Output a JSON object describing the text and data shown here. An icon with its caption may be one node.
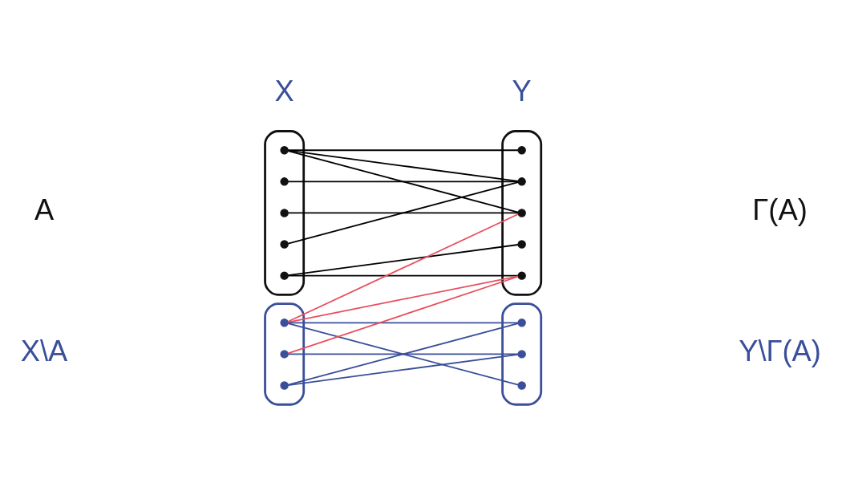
{
  "diagram": {
    "nodes": [
      {
        "text": [],
        "shape": "ellipse"
      },
      {
        "text": [],
        "shape": "dot",
        "in": 0
      },
      {
        "text": [],
        "shape": "dot",
        "in": 0
      },
      {
        "text": [],
        "shape": "dot",
        "in": 0
      },
      {
        "text": [],
        "shape": "dot",
        "in": 0
      },
      {
        "text": [],
        "shape": "dot",
        "in": 0
      },
      {
        "text": [],
        "shape": "ellipse"
      },
      {
        "text": [],
        "shape": "dot",
        "in": 6
      },
      {
        "text": [],
        "shape": "dot",
        "in": 6
      },
      {
        "text": [],
        "shape": "dot",
        "in": 6
      },
      {
        "text": [],
        "shape": "dot",
        "in": 6
      },
      {
        "text": [],
        "shape": "dot",
        "in": 6
      },
      {
        "text": [],
        "shape": "ellipse"
      },
      {
        "text": [],
        "shape": "dot",
        "in": 12
      },
      {
        "text": [],
        "shape": "dot",
        "in": 12
      },
      {
        "text": [],
        "shape": "dot",
        "in": 12
      },
      {
        "text": [],
        "shape": "ellipse"
      },
      {
        "text": [],
        "shape": "dot",
        "in": 16
      },
      {
        "text": [],
        "shape": "dot",
        "in": 16
      },
      {
        "text": [],
        "shape": "dot",
        "in": 16
      }
    ],
    "edges": [
      {
        "from": 1,
        "to": 7,
        "arrow": "none"
      },
      {
        "from": 1,
        "to": 8,
        "arrow": "none"
      },
      {
        "from": 1,
        "to": 9,
        "arrow": "none"
      },
      {
        "from": 2,
        "to": 8,
        "arrow": "none"
      },
      {
        "from": 3,
        "to": 9,
        "arrow": "none"
      },
      {
        "from": 4,
        "to": 8,
        "arrow": "none"
      },
      {
        "from": 5,
        "to": 10,
        "arrow": "none"
      },
      {
        "from": 5,
        "to": 11,
        "arrow": "none"
      },
      {
        "from": 13,
        "to": 9,
        "arrow": "none",
        "color": "#e8505f"
      },
      {
        "from": 13,
        "to": 11,
        "arrow": "none",
        "color": "#e8505f"
      },
      {
        "from": 14,
        "to": 11,
        "arrow": "none",
        "color": "#e8505f"
      },
      {
        "from": 13,
        "to": 17,
        "arrow": "none",
        "color": "#3a4f9a"
      },
      {
        "from": 13,
        "to": 19,
        "arrow": "none",
        "color": "#3a4f9a"
      },
      {
        "from": 14,
        "to": 18,
        "arrow": "none",
        "color": "#3a4f9a"
      },
      {
        "from": 15,
        "to": 17,
        "arrow": "none",
        "color": "#3a4f9a"
      },
      {
        "from": 15,
        "to": 18,
        "arrow": "none",
        "color": "#3a4f9a"
      }
    ],
    "labels": [
      "A",
      "Γ(A)",
      "X\\A",
      "Y\\Γ(A)",
      "X",
      "Y"
    ]
  }
}
